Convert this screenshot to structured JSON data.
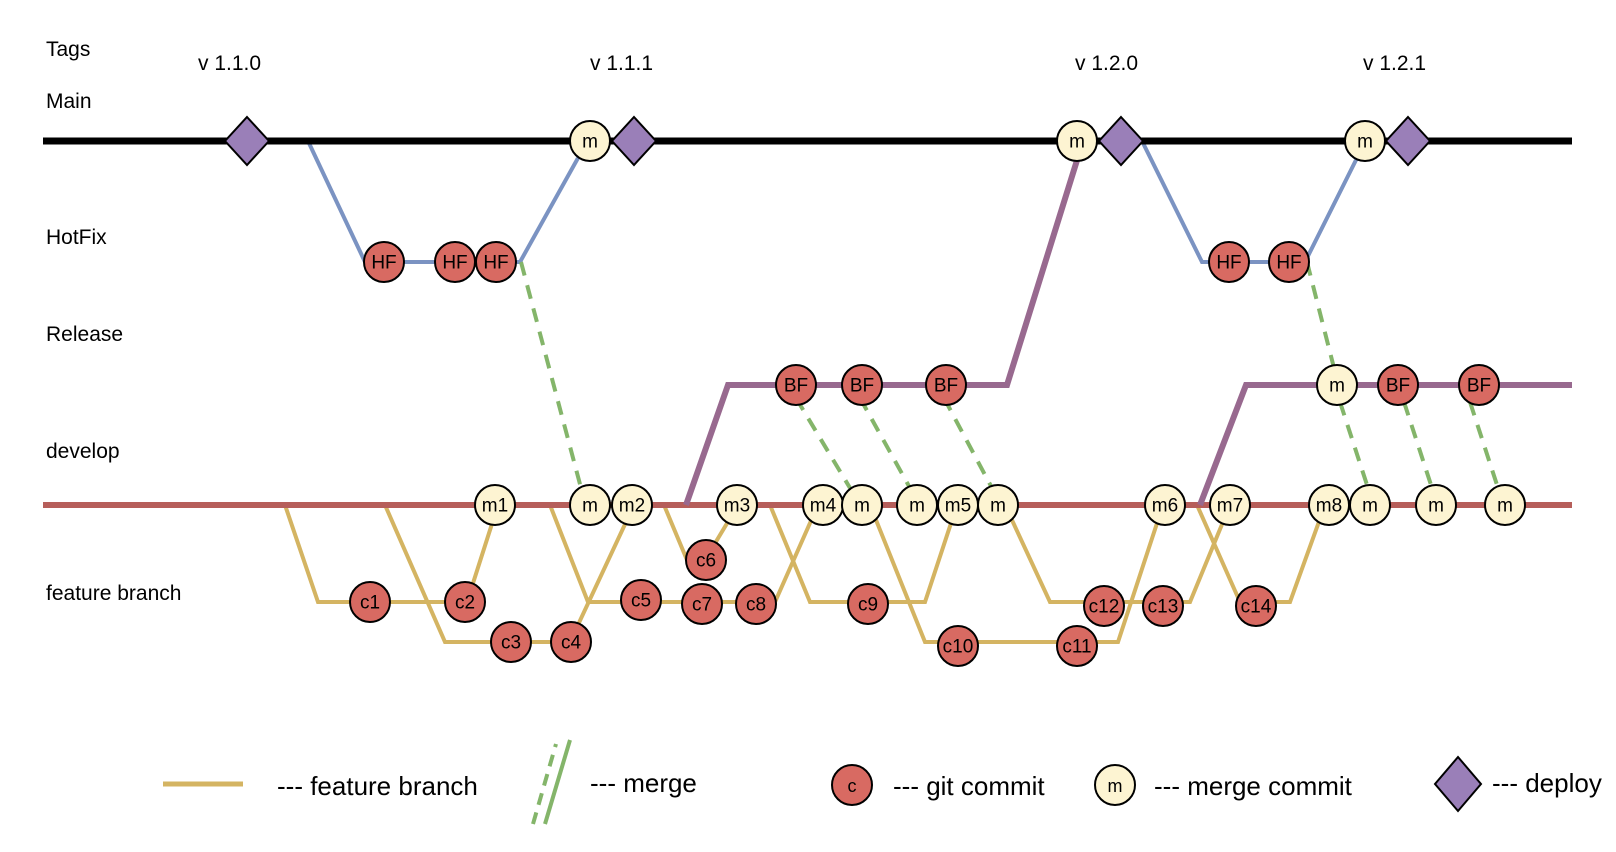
{
  "colors": {
    "main": "#000000",
    "hotfix": "#7b93c2",
    "release": "#98698f",
    "develop": "#b65e5a",
    "feature": "#d4b462",
    "merge": "#84b56a",
    "commit_fill": "#d86a62",
    "merge_commit_fill": "#fdf4d2",
    "deploy_fill": "#9a7fb8"
  },
  "lanes": [
    {
      "id": "tags",
      "label": "Tags"
    },
    {
      "id": "main",
      "label": "Main"
    },
    {
      "id": "hotfix",
      "label": "HotFix"
    },
    {
      "id": "release",
      "label": "Release"
    },
    {
      "id": "develop",
      "label": "develop"
    },
    {
      "id": "feature",
      "label": "feature branch"
    }
  ],
  "tags": [
    "v 1.1.0",
    "v 1.1.1",
    "v 1.2.0",
    "v 1.2.1"
  ],
  "main": {
    "sequence": [
      "deploy v 1.1.0",
      "merge from hotfix (m)",
      "deploy v 1.1.1",
      "merge from release (m)",
      "deploy v 1.2.0",
      "merge from hotfix (m)",
      "deploy v 1.2.1"
    ]
  },
  "hotfix_commits": [
    {
      "label": "HF",
      "group": 1
    },
    {
      "label": "HF",
      "group": 1
    },
    {
      "label": "HF",
      "group": 1
    },
    {
      "label": "HF",
      "group": 2
    },
    {
      "label": "HF",
      "group": 2
    }
  ],
  "release_commits": [
    {
      "label": "BF",
      "type": "commit",
      "group": 1
    },
    {
      "label": "BF",
      "type": "commit",
      "group": 1
    },
    {
      "label": "BF",
      "type": "commit",
      "group": 1
    },
    {
      "label": "m",
      "type": "merge",
      "group": 2
    },
    {
      "label": "BF",
      "type": "commit",
      "group": 2
    },
    {
      "label": "BF",
      "type": "commit",
      "group": 2
    }
  ],
  "develop_commits": [
    "m1",
    "m",
    "m2",
    "m3",
    "m4",
    "m",
    "m",
    "m5",
    "m",
    "m6",
    "m7",
    "m8",
    "m",
    "m",
    "m"
  ],
  "feature_commits": [
    "c1",
    "c2",
    "c3",
    "c4",
    "c5",
    "c6",
    "c7",
    "c8",
    "c9",
    "c10",
    "c11",
    "c12",
    "c13",
    "c14"
  ],
  "legend": [
    {
      "kind": "line",
      "symbol": "",
      "label": "--- feature branch"
    },
    {
      "kind": "dashed",
      "symbol": "",
      "label": "--- merge"
    },
    {
      "kind": "commit",
      "symbol": "c",
      "label": "--- git commit"
    },
    {
      "kind": "merge-commit",
      "symbol": "m",
      "label": "--- merge commit"
    },
    {
      "kind": "deploy",
      "symbol": "",
      "label": "--- deploy"
    }
  ]
}
